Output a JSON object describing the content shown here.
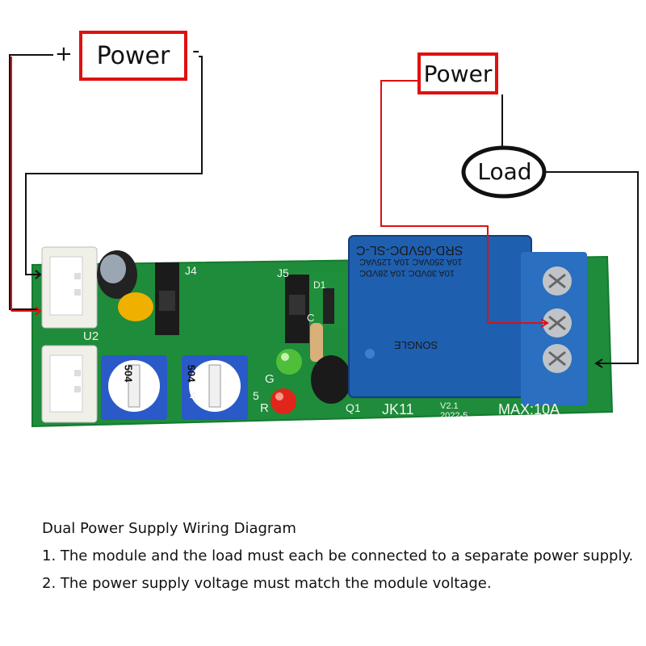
{
  "labels": {
    "power_left": "Power",
    "power_right": "Power",
    "load": "Load",
    "plus": "+",
    "minus": "-"
  },
  "board": {
    "model": "JK11",
    "version": "V2.1\n2022-5",
    "max_rating": "MAX:10A",
    "q1": "Q1",
    "u2": "U2",
    "j4": "J4",
    "j5": "J5",
    "d1": "D1",
    "g": "G",
    "r": "R",
    "c": "C",
    "r4": "4",
    "r5": "5",
    "relay_model": "SRD-05VDC-SL-C",
    "relay_rating_1": "10A 250VAC  10A 125VAC",
    "relay_rating_2": "10A 30VDC  10A 28VDC",
    "relay_rating_3": "",
    "relay_brand": "SONGLE",
    "pot_1": "504",
    "pot_2": "504"
  },
  "caption": {
    "title": "Dual Power Supply Wiring Diagram",
    "line_1": "1. The module and the load must each be connected to a separate power supply.",
    "line_2": "2. The power supply voltage must match the module voltage."
  },
  "colors": {
    "pcb": "#1e8c3a",
    "relay": "#1f5fb0",
    "terminal": "#2a6fc0",
    "wire_red": "#e01010",
    "wire_black": "#111111",
    "box_border": "#e01010"
  }
}
